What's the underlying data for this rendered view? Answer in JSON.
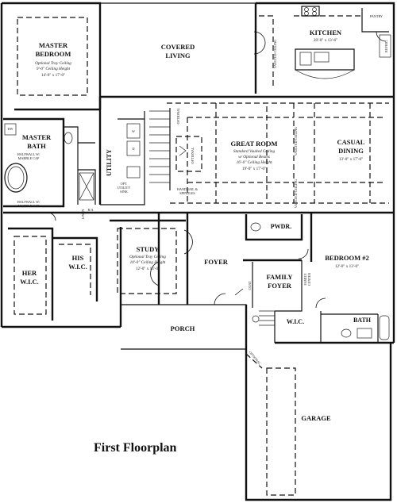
{
  "title": "First Floorplan",
  "rooms": {
    "master_bedroom": {
      "name_line1": "MASTER",
      "name_line2": "BEDROOM",
      "note1": "Optional Tray Ceiling",
      "note2": "9'-0\" Ceiling Height",
      "dims": "14'-6\" x 17'-0\""
    },
    "covered_living": {
      "name_line1": "COVERED",
      "name_line2": "LIVING"
    },
    "kitchen": {
      "name": "KITCHEN",
      "dims": "20'-0\" x 13'-6\"",
      "vault_note": "VAULTED CEILING",
      "pantry": "PANTRY",
      "refrig": "REFRIG."
    },
    "master_bath": {
      "name_line1": "MASTER",
      "name_line2": "BATH",
      "dw": "DW",
      "halfwall1_line1": "HALFWALL W/",
      "halfwall1_line2": "MARBLE CAP",
      "halfwall2_line1": "HALFWALL W/",
      "halfwall2_line2": "MARBLE CAP"
    },
    "utility": {
      "name": "UTILITY",
      "w": "W",
      "d": "D",
      "sink_line1": "OPT.",
      "sink_line2": "UTILITY",
      "sink_line3": "SINK"
    },
    "great_room": {
      "name": "GREAT ROOM",
      "note1": "Standard Vaulted Ceiling",
      "note2": "w/ Optional Beams",
      "note3": "16'-0\" Ceiling Height",
      "dims": "19'-0\" x 17'-0\"",
      "optional_top": "OPTIONAL",
      "optional_fp": "OPTIONAL",
      "handrail_line1": "HANDRAIL &",
      "handrail_line2": "SPINDLES",
      "vaulted1": "VAULTED CEILING",
      "vaulted2": "VAULTED CEILING"
    },
    "casual_dining": {
      "name_line1": "CASUAL",
      "name_line2": "DINING",
      "dims": "13'-0\" x 17'-0\""
    },
    "linen": {
      "name": "LINEN",
      "ra": "R/A"
    },
    "her_wic": {
      "name_line1": "HER",
      "name_line2": "W.I.C."
    },
    "his_wic": {
      "name_line1": "HIS",
      "name_line2": "W.I.C."
    },
    "study": {
      "name": "STUDY",
      "note1": "Optional Tray Ceiling",
      "note2": "10'-0\" Ceiling Height",
      "dims": "12'-0\" x 13'-0\""
    },
    "foyer": {
      "name": "FOYER"
    },
    "pwdr": {
      "name": "PWDR."
    },
    "family_foyer": {
      "name_line1": "FAMILY",
      "name_line2": "FOYER",
      "coat": "COAT",
      "family_center_line1": "FAMILY",
      "family_center_line2": "CENTER"
    },
    "bedroom2": {
      "name": "BEDROOM #2",
      "dims": "12'-0\" x 13'-0\""
    },
    "wic": {
      "name": "W.I.C."
    },
    "bath": {
      "name": "BATH"
    },
    "porch": {
      "name": "PORCH"
    },
    "garage": {
      "name": "GARAGE",
      "optional": "OPTIONAL"
    }
  }
}
